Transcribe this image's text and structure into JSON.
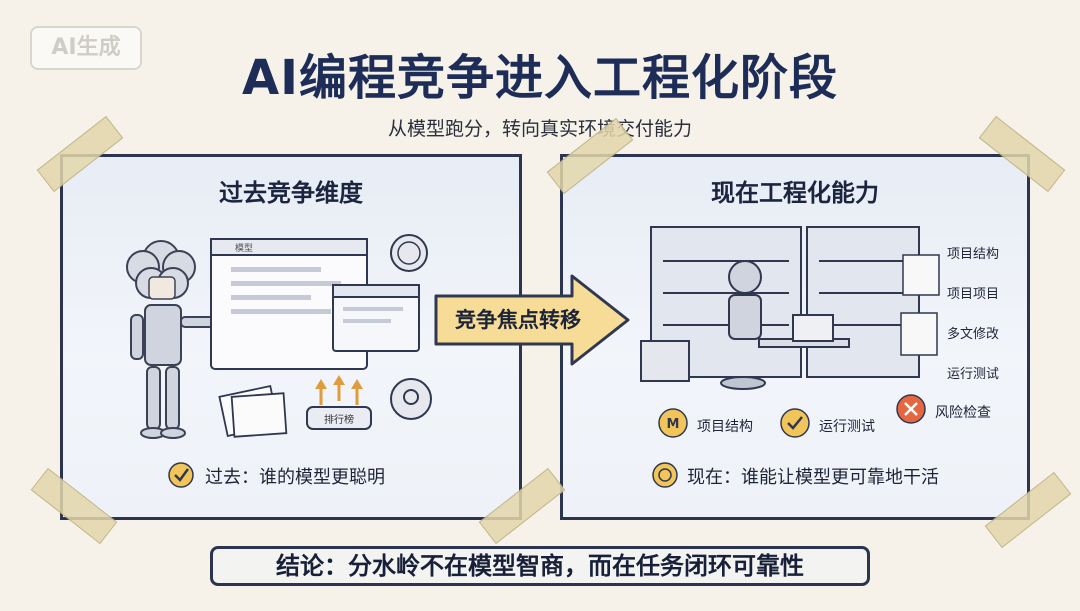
{
  "watermark": "AI生成",
  "title": "AI编程竞争进入工程化阶段",
  "subtitle": "从模型跑分，转向真实环境交付能力",
  "left_panel": {
    "heading": "过去竞争维度",
    "window_tab": "模型",
    "badge_text": "排行榜",
    "caption": "过去：谁的模型更聪明"
  },
  "arrow": {
    "label": "竞争焦点转移"
  },
  "right_panel": {
    "heading": "现在工程化能力",
    "side_labels": [
      "项目结构",
      "项目项目",
      "多文修改",
      "运行测试"
    ],
    "badges": [
      {
        "icon": "m-badge-icon",
        "label": "项目结构",
        "color": "#f1c55a"
      },
      {
        "icon": "check-badge-icon",
        "label": "运行测试",
        "color": "#f1c55a"
      },
      {
        "icon": "x-badge-icon",
        "label": "风险检查",
        "color": "#e5663f"
      }
    ],
    "caption": "现在：谁能让模型更可靠地干活"
  },
  "conclusion": "结论：分水岭不在模型智商，而在任务闭环可靠性"
}
